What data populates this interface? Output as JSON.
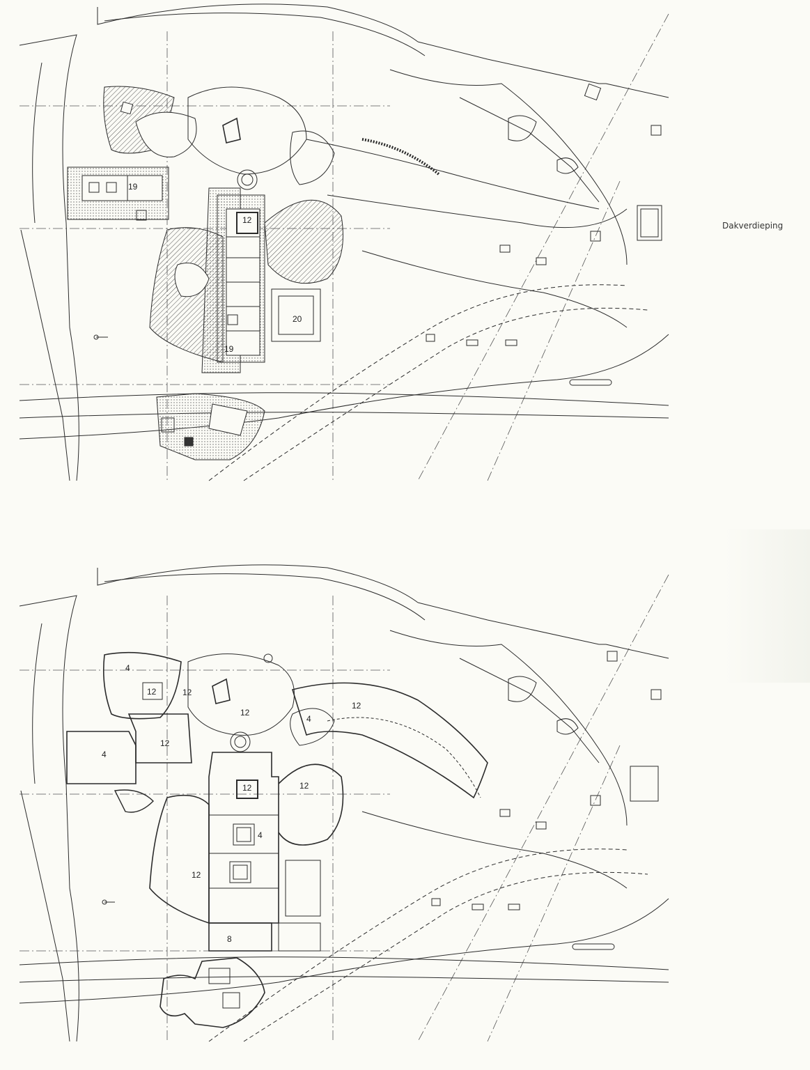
{
  "caption": "Dakverdieping",
  "colors": {
    "paper": "#fbfbf6",
    "ink": "#2b2b2b",
    "hatch": "#555555"
  },
  "plans": [
    {
      "id": "roof-plan",
      "labels": [
        "19",
        "12",
        "19",
        "20"
      ]
    },
    {
      "id": "floor-plan",
      "labels": [
        "4",
        "12",
        "12",
        "12",
        "4",
        "12",
        "4",
        "12",
        "12",
        "12",
        "4",
        "12",
        "8"
      ]
    }
  ]
}
